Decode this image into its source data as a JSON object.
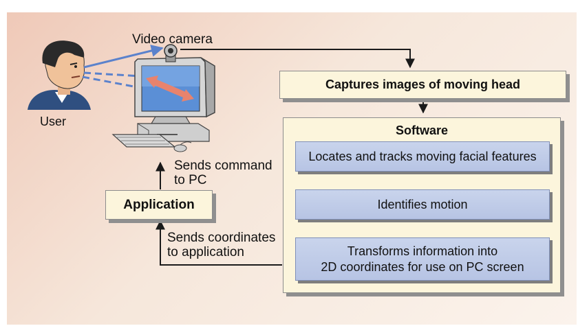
{
  "labels": {
    "video_camera": "Video camera",
    "user": "User",
    "sends_command": "Sends command\nto PC",
    "sends_coordinates": "Sends coordinates\nto application"
  },
  "boxes": {
    "captures": "Captures images of moving head",
    "software_title": "Software",
    "locates": "Locates and tracks moving facial features",
    "identifies": "Identifies motion",
    "transforms": "Transforms information into\n2D coordinates for use on PC screen",
    "application": "Application"
  },
  "colors": {
    "background_top_left": "#efc9b8",
    "background_bottom_right": "#fbf3ec",
    "cream_box": "#fcf5dc",
    "blue_box": "#c2cdea",
    "sight_lines": "#5b82cc",
    "motion_arrow": "#e8836d",
    "connector": "#1a1a1a"
  },
  "icons": [
    "user-head-icon",
    "video-camera-icon",
    "computer-icon"
  ]
}
